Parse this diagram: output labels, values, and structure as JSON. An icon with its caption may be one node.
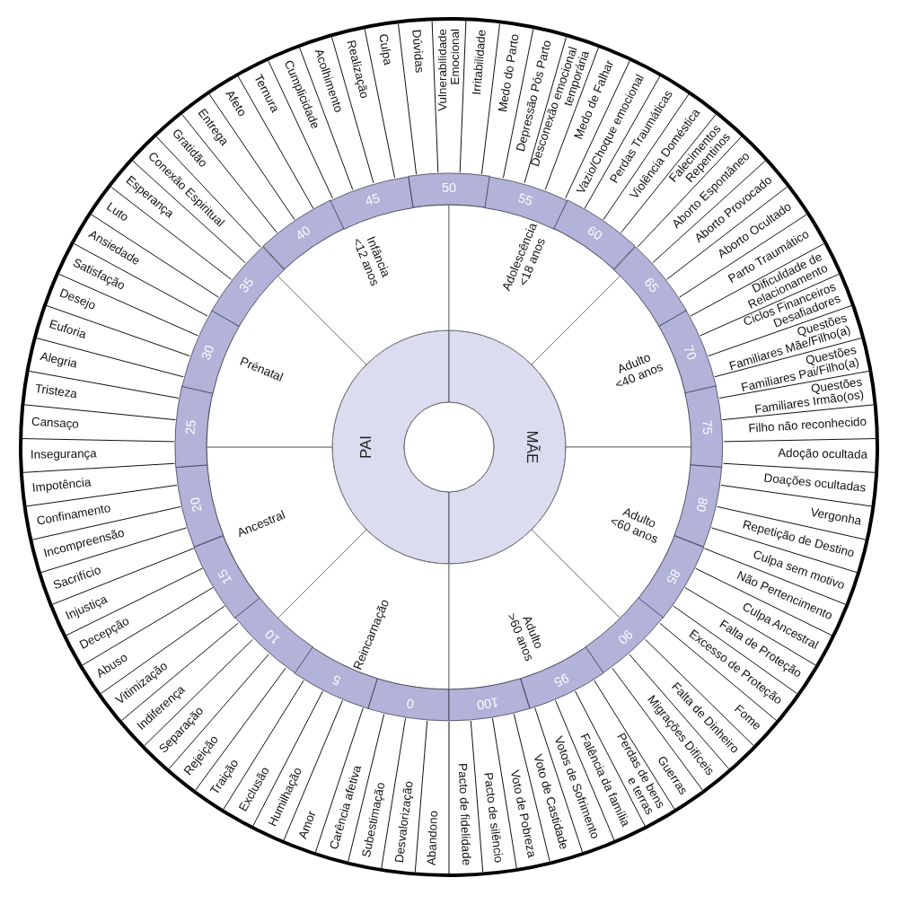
{
  "diagram": {
    "nodes": [
      {
        "text": [
          "PAI"
        ]
      },
      {
        "text": [
          "MÃE"
        ]
      },
      {
        "text": [],
        "shape": "circle"
      },
      {
        "text": [
          "Reincarnação"
        ]
      },
      {
        "text": [
          "Ancestral"
        ]
      },
      {
        "text": [
          "Prénatal"
        ]
      },
      {
        "text": [
          "Infância <12 anos"
        ]
      },
      {
        "text": [
          "Adolescência <18 anos"
        ]
      },
      {
        "text": [
          "Adulto <40 anos"
        ]
      },
      {
        "text": [
          "Adulto <60 anos"
        ]
      },
      {
        "text": [
          "Adulto >60 anos"
        ]
      },
      {
        "text": [
          "0"
        ]
      },
      {
        "text": [
          "5"
        ]
      },
      {
        "text": [
          "10"
        ]
      },
      {
        "text": [
          "15"
        ]
      },
      {
        "text": [
          "20"
        ]
      },
      {
        "text": [
          "25"
        ]
      },
      {
        "text": [
          "30"
        ]
      },
      {
        "text": [
          "35"
        ]
      },
      {
        "text": [
          "40"
        ]
      },
      {
        "text": [
          "45"
        ]
      },
      {
        "text": [
          "50"
        ]
      },
      {
        "text": [
          "55"
        ]
      },
      {
        "text": [
          "60"
        ]
      },
      {
        "text": [
          "65"
        ]
      },
      {
        "text": [
          "70"
        ]
      },
      {
        "text": [
          "75"
        ]
      },
      {
        "text": [
          "80"
        ]
      },
      {
        "text": [
          "85"
        ]
      },
      {
        "text": [
          "90"
        ]
      },
      {
        "text": [
          "95"
        ]
      },
      {
        "text": [
          "100"
        ]
      },
      {
        "text": [
          "Abandono"
        ]
      },
      {
        "text": [
          "Desvalorização"
        ]
      },
      {
        "text": [
          "Subestimação"
        ]
      },
      {
        "text": [
          "Carência afetiva"
        ]
      },
      {
        "text": [
          "Amor"
        ]
      },
      {
        "text": [
          "Humilhação"
        ]
      },
      {
        "text": [
          "Exclusão"
        ]
      },
      {
        "text": [
          "Traição"
        ]
      },
      {
        "text": [
          "Rejeição"
        ]
      },
      {
        "text": [
          "Separação"
        ]
      },
      {
        "text": [
          "Indiferença"
        ]
      },
      {
        "text": [
          "Vitimização"
        ]
      },
      {
        "text": [
          "Abuso"
        ]
      },
      {
        "text": [
          "Decepção"
        ]
      },
      {
        "text": [
          "Injustiça"
        ]
      },
      {
        "text": [
          "Sacrifício"
        ]
      },
      {
        "text": [
          "Incompreensão"
        ]
      },
      {
        "text": [
          "Confinamento"
        ]
      },
      {
        "text": [
          "Impotência"
        ]
      },
      {
        "text": [
          "Insegurança"
        ]
      },
      {
        "text": [
          "Cansaço"
        ]
      },
      {
        "text": [
          "Tristeza"
        ]
      },
      {
        "text": [
          "Alegria"
        ]
      },
      {
        "text": [
          "Euforia"
        ]
      },
      {
        "text": [
          "Desejo"
        ]
      },
      {
        "text": [
          "Satisfação"
        ]
      },
      {
        "text": [
          "Ansiedade"
        ]
      },
      {
        "text": [
          "Luto"
        ]
      },
      {
        "text": [
          "Esperança"
        ]
      },
      {
        "text": [
          "Conexão Espiritual"
        ]
      },
      {
        "text": [
          "Gratidão"
        ]
      },
      {
        "text": [
          "Entrega"
        ]
      },
      {
        "text": [
          "Afeto"
        ]
      },
      {
        "text": [
          "Ternura"
        ]
      },
      {
        "text": [
          "Cumplicidade"
        ]
      },
      {
        "text": [
          "Acolhimento"
        ]
      },
      {
        "text": [
          "Realização"
        ]
      },
      {
        "text": [
          "Culpa"
        ]
      },
      {
        "text": [
          "Dúvidas"
        ]
      },
      {
        "text": [
          "Vulnerabilidade Emocional"
        ]
      },
      {
        "text": [
          "Irritabilidade"
        ]
      },
      {
        "text": [
          "Medo do Parto"
        ]
      },
      {
        "text": [
          "Depressão Pós Parto"
        ]
      },
      {
        "text": [
          "Desconexão emocional temporária"
        ]
      },
      {
        "text": [
          "Medo de Falhar"
        ]
      },
      {
        "text": [
          "Vazio/Choque emocional"
        ]
      },
      {
        "text": [
          "Perdas Traumáticas"
        ]
      },
      {
        "text": [
          "Violência Doméstica"
        ]
      },
      {
        "text": [
          "Falecimentos Repentinos"
        ]
      },
      {
        "text": [
          "Aborto Espontâneo"
        ]
      },
      {
        "text": [
          "Aborto Provocado"
        ]
      },
      {
        "text": [
          "Aborto Ocultado"
        ]
      },
      {
        "text": [
          "Parto Traumático"
        ]
      },
      {
        "text": [
          "Dificuldade de Relacionamento"
        ]
      },
      {
        "text": [
          "Ciclos Financeiros Desafiadores"
        ]
      },
      {
        "text": [
          "Questões Familiares Mãe/Filho(a)"
        ]
      },
      {
        "text": [
          "Questões Familiares Pai/Filho(a)"
        ]
      },
      {
        "text": [
          "Questões Familiares Irmão(os)"
        ]
      },
      {
        "text": [
          "Filho não reconhecido"
        ]
      },
      {
        "text": [
          "Adoção ocultada"
        ]
      },
      {
        "text": [
          "Doações ocultadas"
        ]
      },
      {
        "text": [
          "Vergonha"
        ]
      },
      {
        "text": [
          "Repetição de Destino"
        ]
      },
      {
        "text": [
          "Culpa sem motivo"
        ]
      },
      {
        "text": [
          "Não Pertencimento"
        ]
      },
      {
        "text": [
          "Culpa Ancestral"
        ]
      },
      {
        "text": [
          "Falta de Proteção"
        ]
      },
      {
        "text": [
          "Excesso de Proteção"
        ]
      },
      {
        "text": [
          "Fome"
        ]
      },
      {
        "text": [
          "Falta de Dinheiro"
        ]
      },
      {
        "text": [
          "Migrações Difíceis"
        ]
      },
      {
        "text": [
          "Guerras"
        ]
      },
      {
        "text": [
          "Perdas de bens e terras"
        ]
      },
      {
        "text": [
          "Falência da família"
        ]
      },
      {
        "text": [
          "Votos de Sofrimento"
        ]
      },
      {
        "text": [
          "Voto de Castidade"
        ]
      },
      {
        "text": [
          "Voto de Pobreza"
        ]
      },
      {
        "text": [
          "Pacto de silêncio"
        ]
      },
      {
        "text": [
          "Pacto de fidelidade"
        ]
      }
    ]
  }
}
